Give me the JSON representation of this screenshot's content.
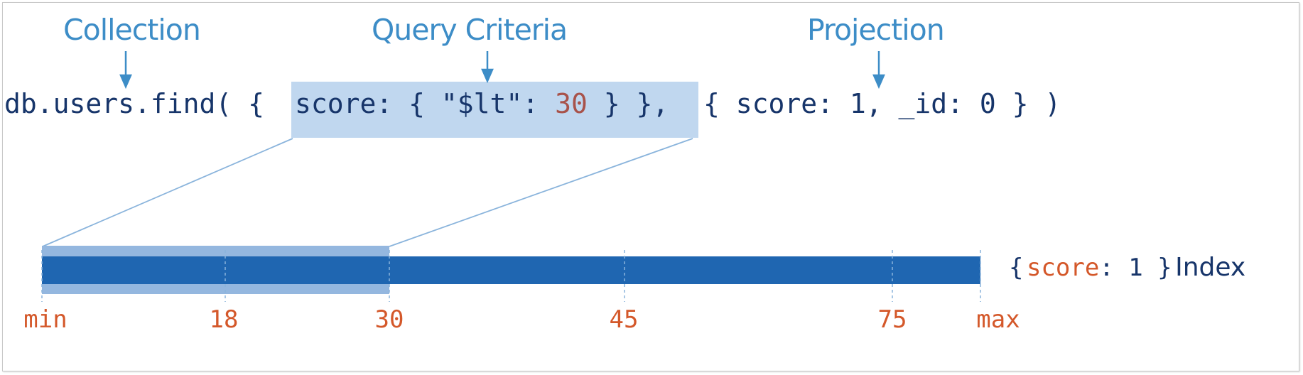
{
  "callouts": {
    "collection": "Collection",
    "query_criteria": "Query Criteria",
    "projection": "Projection"
  },
  "query": {
    "prefix": "db.users.find( {",
    "criteria_field": "score: { \"$lt\":",
    "criteria_value": "30",
    "criteria_suffix": "} },",
    "projection": "{ score: 1, _id: 0 } )"
  },
  "index": {
    "open": "{",
    "field": "score",
    "rest": ": 1 }",
    "word": "Index",
    "ticks": [
      "min",
      "18",
      "30",
      "45",
      "75",
      "max"
    ],
    "highlighted_range": [
      "min",
      "30"
    ]
  },
  "colors": {
    "callout": "#3d8dc7",
    "code": "#17356a",
    "number": "#a8524a",
    "field": "#d4582a",
    "index_bar": "#1f66b1",
    "highlight": "#c0d7ef",
    "range_highlight": "#94b7df"
  }
}
